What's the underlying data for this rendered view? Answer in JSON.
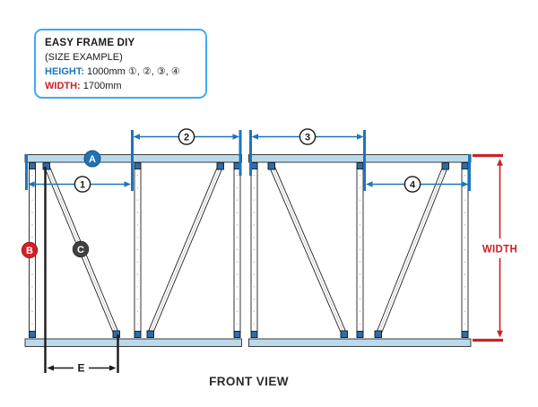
{
  "info_box": {
    "title": "EASY FRAME DIY",
    "subtitle": "(SIZE EXAMPLE)",
    "height_label": "HEIGHT:",
    "height_value": "1000mm ①, ②, ③, ④",
    "width_label": "WIDTH:",
    "width_value": "1700mm"
  },
  "diagram": {
    "badges": {
      "a": "A",
      "b": "B",
      "c": "C"
    },
    "dims": {
      "d1": "1",
      "d2": "2",
      "d3": "3",
      "d4": "4",
      "e": "E",
      "width_label": "WIDTH"
    },
    "caption": "FRONT VIEW"
  },
  "colors": {
    "accent_blue": "#1b75bc",
    "box_border_blue": "#3fa9f5",
    "rail_fill": "#badaec",
    "connector_blue": "#2e6ca9",
    "dimension_red": "#cc2127",
    "badge_red": "#cf2127",
    "badge_dark": "#414042",
    "ink": "#231f20"
  }
}
